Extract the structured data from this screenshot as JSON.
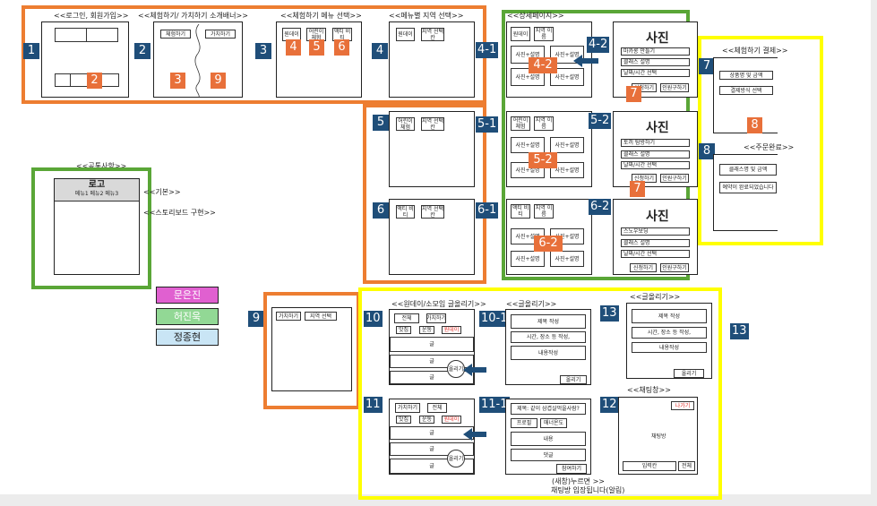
{
  "captions": {
    "login": "<<로그인, 회원가입>>",
    "banner": "<<체험하기/ 가치하기 소개배너>>",
    "menu": "<<체험하기 메뉴 선택>>",
    "region": "<<메뉴별 지역 선택>>",
    "detail": "<<상세페이지>>",
    "payment": "<<체험하기 결제>>",
    "order": "<<주문완료>>",
    "common": "<<공통사항>>",
    "basic": "<<기본>>",
    "storyboard": "<<스토리보드 구현>>",
    "board": "<<원데이/소모임 글올리기>>",
    "write": "<<글올리기>>",
    "write2": "<<글올리기>>",
    "chat": "<<채팅창>>",
    "note": "(새창)누르면 >>",
    "note2": "채팅방 입장됩니다(알림)"
  },
  "labels": {
    "n1": "1",
    "n2": "2",
    "n3": "3",
    "n4": "4",
    "n5": "5",
    "n6": "6",
    "n7": "7",
    "n8": "8",
    "n9": "9",
    "n10": "10",
    "n11": "11",
    "n12": "12",
    "n13": "13",
    "n13b": "13",
    "n41": "4-1",
    "n42": "4-2",
    "n51": "5-1",
    "n52": "5-2",
    "n61": "6-1",
    "n62": "6-2",
    "n101": "10-1",
    "n111": "11-1"
  },
  "orange_labels": {
    "o2": "2",
    "o3": "3",
    "o9": "9",
    "o4": "4",
    "o5": "5",
    "o6": "6",
    "o42": "4-2",
    "o52": "5-2",
    "o62": "6-2",
    "o7a": "7",
    "o7b": "7",
    "o8": "8"
  },
  "ui": {
    "experience": "체험하기",
    "value": "가치하기",
    "oneday": "원데이",
    "kids": "어린이 체험",
    "craft": "액티 비티",
    "region_select": "지역 선택",
    "region_select2": "지역 선택칸",
    "region_name": "지역 이름",
    "photo_explain": "사진+설명",
    "photo": "사진",
    "class_make": "마카롱 만들기",
    "flower_class": "토끼 탐방하기",
    "snowboard": "스노우보딩",
    "class_desc": "클래스 설명",
    "date_time": "날짜/시간 선택",
    "apply": "신청하기",
    "buy": "인원구하기",
    "product_price": "상품명 및 금액",
    "pay_method": "결제방식 선택",
    "order_price": "클래스명 및 금액",
    "order_done": "예약이 완료되었습니다",
    "logo": "로고",
    "menus": "메뉴1 메뉴2 메뉴3",
    "write_title": "제목 작성",
    "write_time": "시간, 장소 등 작성,",
    "write_content": "내용작성",
    "upload": "올리기",
    "title_q": "제목: 같이 삼겹살먹을사람?",
    "topic": "프로필",
    "tag": "매너온도",
    "content": "내용",
    "comment": "댓글",
    "join": "참여하기",
    "leave": "나가기",
    "chatroom": "채팅방",
    "input": "입력칸",
    "send": "전체",
    "all": "전체",
    "food": "맛집",
    "sports": "운동",
    "post": "글",
    "up": "올리기"
  },
  "legend": {
    "p1": {
      "name": "문은진",
      "color": "#e060d0"
    },
    "p2": {
      "name": "허진욱",
      "color": "#92d895"
    },
    "p3": {
      "name": "정종현",
      "color": "#c9e5f5"
    }
  },
  "colors": {
    "orange": "#ed7d31",
    "green": "#5aa637",
    "yellow": "#ffff00",
    "navy": "#1f4e79"
  }
}
